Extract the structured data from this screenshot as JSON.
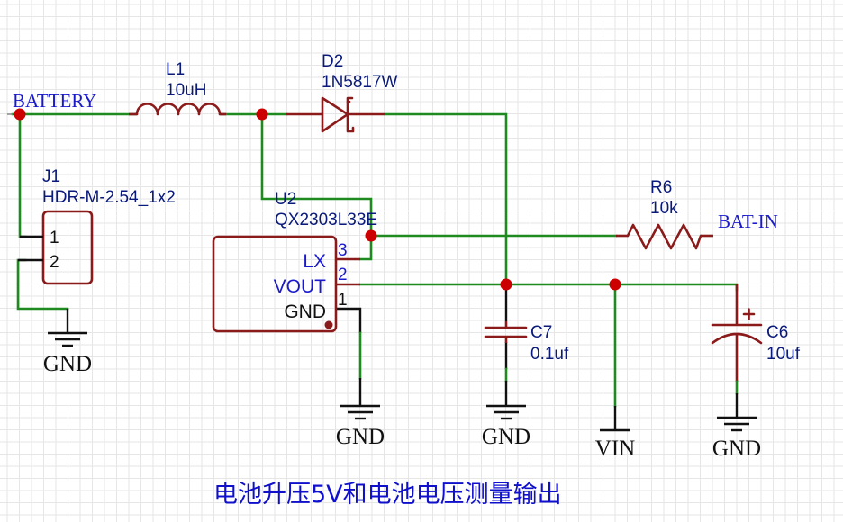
{
  "diagram": {
    "type": "schematic",
    "title": "电池升压5V和电池电压测量输出",
    "colors": {
      "wire": "#1f8a1f",
      "component": "#8b1a1a",
      "junction": "#cc0000",
      "designator_text": "#0a1a7a",
      "net_label_text": "#1a1acc",
      "power_text": "#111111",
      "title_text": "#1010cc",
      "grid": "#e6e6e6"
    },
    "net_labels": {
      "battery": "BATTERY",
      "bat_in": "BAT-IN"
    },
    "components": {
      "L1": {
        "designator": "L1",
        "value": "10uH",
        "type": "inductor"
      },
      "D2": {
        "designator": "D2",
        "value": "1N5817W",
        "type": "schottky-diode"
      },
      "J1": {
        "designator": "J1",
        "value": "HDR-M-2.54_1x2",
        "type": "header",
        "pins": [
          "1",
          "2"
        ]
      },
      "U2": {
        "designator": "U2",
        "value": "QX2303L33E",
        "type": "ic",
        "pins": [
          {
            "num": "3",
            "name": "LX"
          },
          {
            "num": "2",
            "name": "VOUT"
          },
          {
            "num": "1",
            "name": "GND"
          }
        ]
      },
      "R6": {
        "designator": "R6",
        "value": "10k",
        "type": "resistor"
      },
      "C7": {
        "designator": "C7",
        "value": "0.1uf",
        "type": "capacitor"
      },
      "C6": {
        "designator": "C6",
        "value": "10uf",
        "type": "polarized-capacitor",
        "polarity_mark": "+"
      }
    },
    "power_symbols": {
      "gnd_j1": "GND",
      "gnd_u2": "GND",
      "gnd_c7": "GND",
      "vin": "VIN",
      "gnd_c6": "GND"
    },
    "nodes": [
      {
        "id": "n-battery",
        "connects": [
          "BATTERY",
          "L1.1",
          "J1.1"
        ]
      },
      {
        "id": "n-sw",
        "connects": [
          "L1.2",
          "D2.A",
          "U2.LX"
        ]
      },
      {
        "id": "n-bat-in",
        "connects": [
          "U2.LX-node",
          "R6.1"
        ]
      },
      {
        "id": "n-vout",
        "connects": [
          "D2.K",
          "U2.VOUT",
          "C7.1",
          "VIN",
          "C6.+"
        ]
      },
      {
        "id": "n-gnd",
        "connects": [
          "J1.2",
          "U2.GND",
          "C7.2",
          "C6.-",
          "GND"
        ]
      }
    ]
  }
}
